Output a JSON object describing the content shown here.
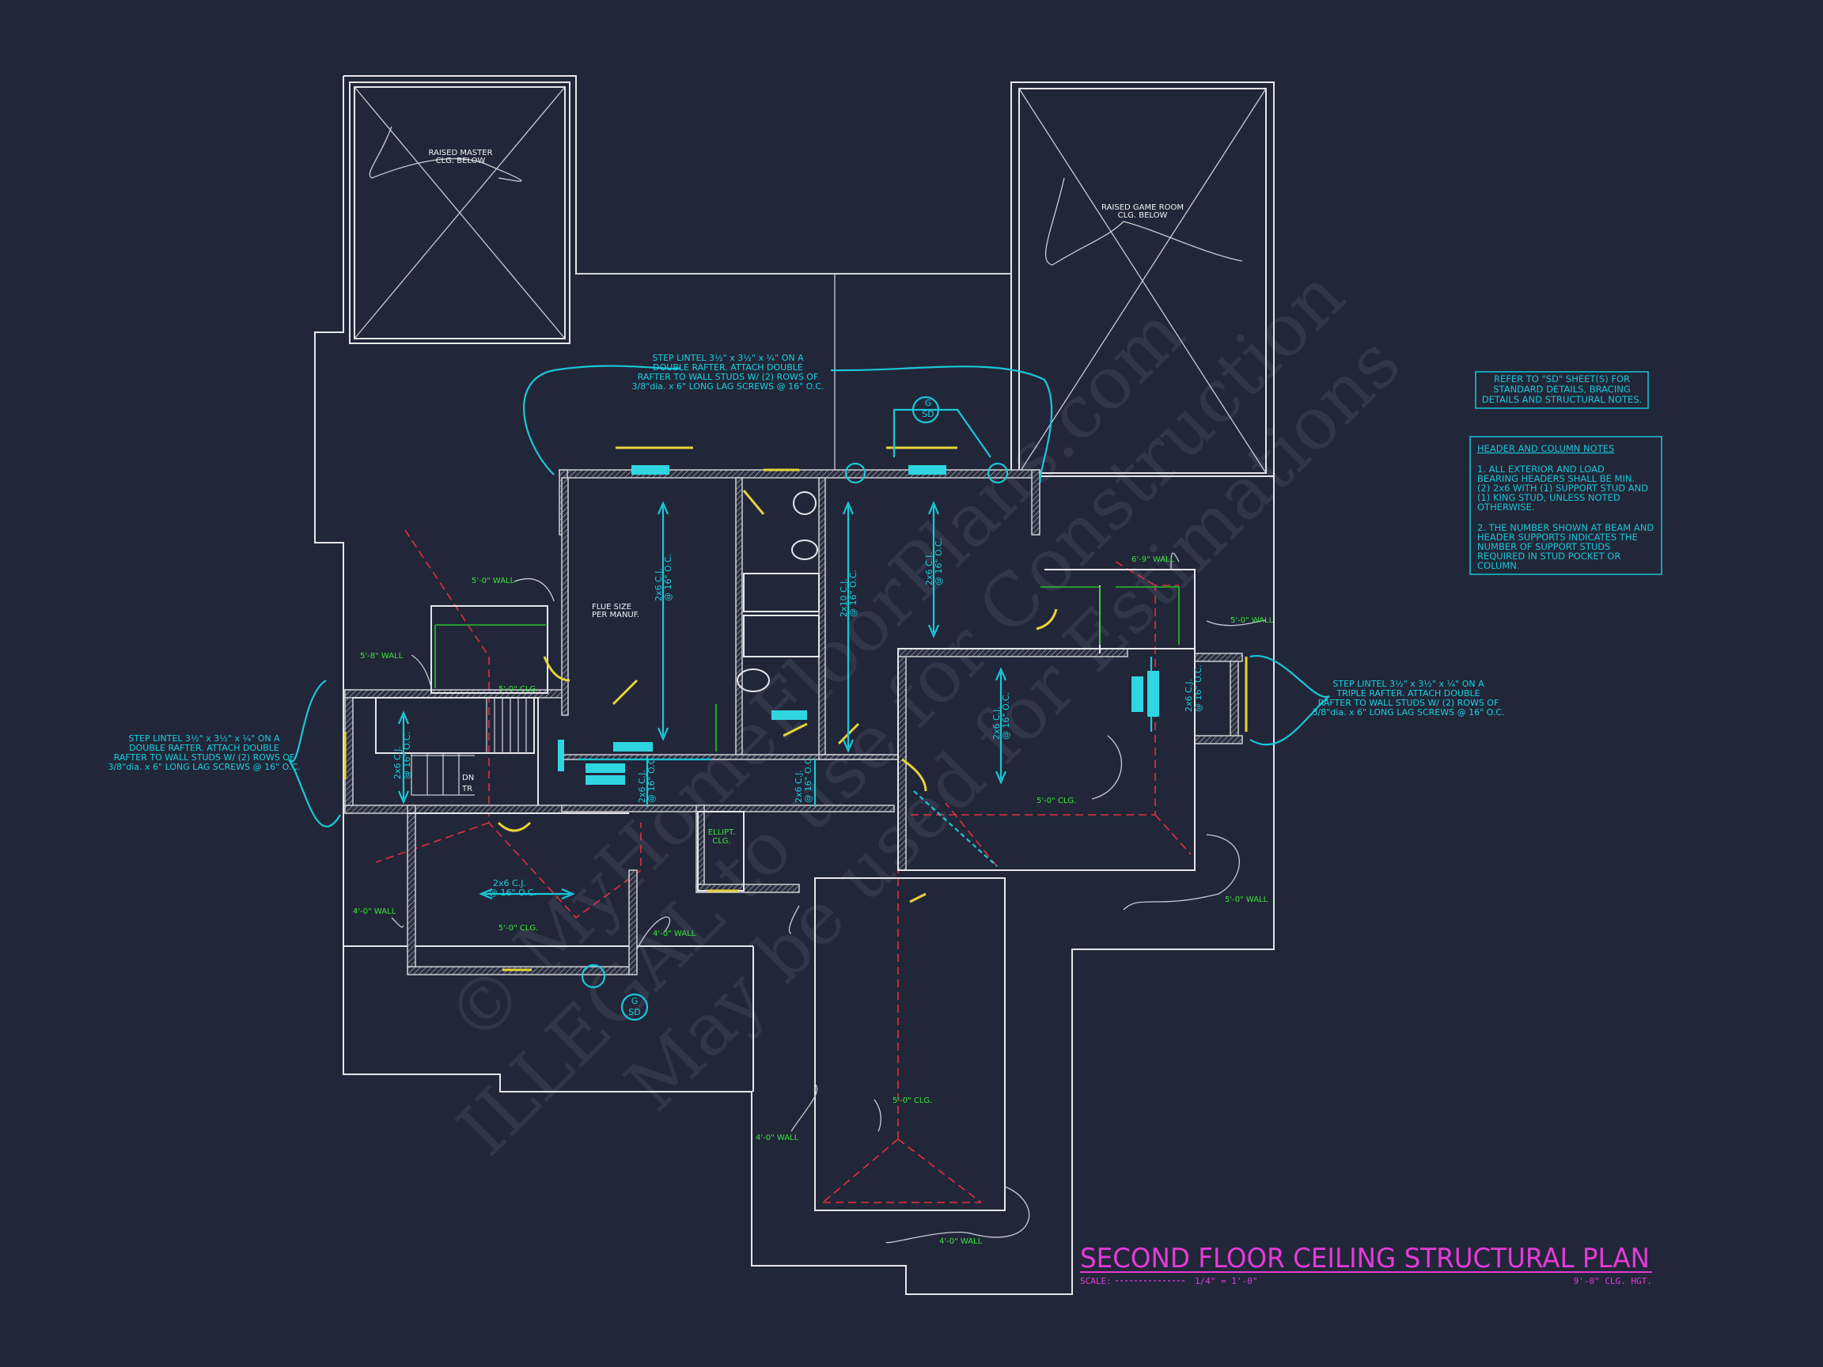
{
  "title": "SECOND FLOOR CEILING STRUCTURAL PLAN",
  "scale_label": "SCALE:",
  "scale_value": "1/4\" = 1'-0\"",
  "ceiling_height": "9'-0\" CLG. HGT.",
  "watermark": {
    "line1": "© MyHomeFloorPlans.com",
    "line2": "ILLEGAL to use for Construction",
    "line3": "May be used for Estimations"
  },
  "notes": {
    "refer": [
      "REFER TO \"SD\" SHEET(S) FOR",
      "STANDARD DETAILS, BRACING",
      "DETAILS AND STRUCTURAL NOTES."
    ],
    "header_title": "HEADER AND COLUMN NOTES",
    "note1": [
      "1. ALL EXTERIOR AND LOAD",
      "BEARING HEADERS SHALL BE MIN.",
      "(2) 2x6 WITH (1) SUPPORT STUD AND",
      "(1) KING STUD, UNLESS NOTED",
      "OTHERWISE."
    ],
    "note2": [
      "2. THE NUMBER SHOWN AT BEAM AND",
      "HEADER SUPPORTS INDICATES THE",
      "NUMBER OF SUPPORT STUDS",
      "REQUIRED IN STUD POCKET OR",
      "COLUMN."
    ]
  },
  "callouts": {
    "lintel_top": [
      "STEP LINTEL 3½\" x 3½\" x ¼\" ON A",
      "DOUBLE RAFTER.  ATTACH DOUBLE",
      "RAFTER TO WALL STUDS W/ (2) ROWS OF",
      "3/8\"dia. x 6\" LONG LAG SCREWS @ 16\" O.C."
    ],
    "lintel_left": [
      "STEP LINTEL 3½\" x 3½\" x ¼\" ON A",
      "DOUBLE RAFTER.  ATTACH DOUBLE",
      "RAFTER TO WALL STUDS W/ (2) ROWS OF",
      "3/8\"dia. x 6\" LONG LAG SCREWS @ 16\" O.C."
    ],
    "lintel_right": [
      "STEP LINTEL 3½\" x 3½\" x ¼\" ON A",
      "TRIPLE RAFTER.  ATTACH DOUBLE",
      "RAFTER TO WALL STUDS W/ (2) ROWS OF",
      "3/8\"dia. x 6\" LONG LAG SCREWS @ 16\" O.C."
    ],
    "raised_master": [
      "RAISED MASTER",
      "CLG. BELOW"
    ],
    "raised_game": [
      "RAISED GAME ROOM",
      "CLG. BELOW"
    ],
    "flue": [
      "FLUE SIZE",
      "PER MANUF."
    ],
    "ellipt": [
      "ELLIPT.",
      "CLG."
    ],
    "dn": "DN",
    "tr": "TR",
    "g": "G",
    "sd": "SD",
    "cj_2x6": "2x6 C.J.",
    "cj_2x10": "2x10 C.J.",
    "oc16": "@ 16\" O.C."
  },
  "wall_labels": {
    "w1": "5'-0\" WALL",
    "w2": "5'-8\" WALL",
    "w3": "4'-0\" WALL",
    "w4": "4'-0\" WALL",
    "w5": "6'-9\" WALL",
    "w6": "5'-0\" WALL",
    "w7": "5'-0\" WALL",
    "w8": "4'-0\" WALL",
    "w9": "4'-0\" WALL",
    "c1": "5'-0\" CLG.",
    "c2": "5'-0\" CLG.",
    "c3": "5'-0\" CLG.",
    "c4": "5'-0\" CLG."
  }
}
